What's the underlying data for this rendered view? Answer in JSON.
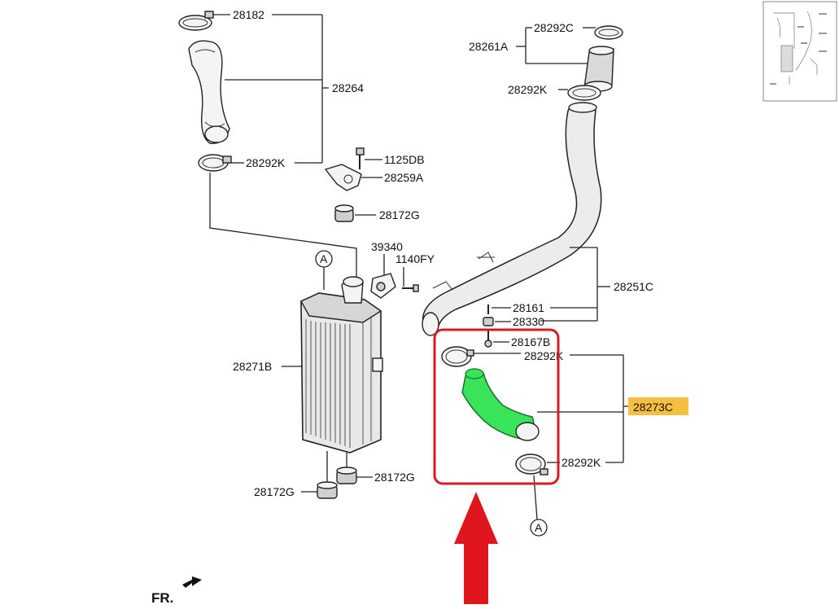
{
  "labels": {
    "p28182": "28182",
    "p28264": "28264",
    "p28292k_left": "28292K",
    "p1125db": "1125DB",
    "p28259a": "28259A",
    "p28172g_top": "28172G",
    "p39340": "39340",
    "p1140fy": "1140FY",
    "p28271b": "28271B",
    "p28172g_bottom_left": "28172G",
    "p28172g_bottom_right": "28172G",
    "p28292c": "28292C",
    "p28261a": "28261A",
    "p28292k_upper_right": "28292K",
    "p28251c": "28251C",
    "p28161": "28161",
    "p28330": "28330",
    "p28167b": "28167B",
    "p28292k_mid_right": "28292K",
    "p28273c": "28273C",
    "p28292k_lower_right": "28292K"
  },
  "markers": {
    "a_left": "A",
    "a_right": "A"
  },
  "orientation": {
    "front_label": "FR."
  },
  "colors": {
    "highlight_fill": "#f5c042",
    "highlighted_part": "#39e35a",
    "selection_box": "#d81b23",
    "arrow": "#e0161e"
  },
  "icons": {
    "arrow": "up-arrow-icon",
    "front": "front-direction-icon"
  }
}
